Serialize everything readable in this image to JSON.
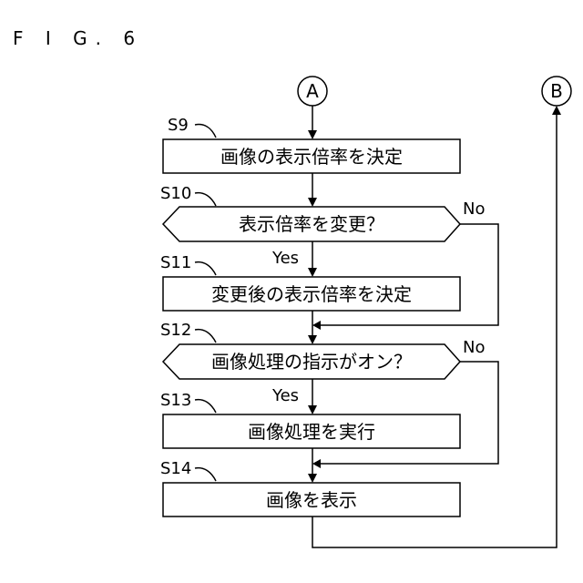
{
  "figure_title": "F I G. 6",
  "connectors": {
    "a": "A",
    "b": "B"
  },
  "steps": [
    {
      "id": "S9",
      "text": "画像の表示倍率を決定"
    },
    {
      "id": "S10",
      "text": "表示倍率を変更？"
    },
    {
      "id": "S11",
      "text": "変更後の表示倍率を決定"
    },
    {
      "id": "S12",
      "text": "画像処理の指示がオン？"
    },
    {
      "id": "S13",
      "text": "画像処理を実行"
    },
    {
      "id": "S14",
      "text": "画像を表示"
    }
  ],
  "branch_labels": {
    "yes": "Yes",
    "no": "No"
  }
}
